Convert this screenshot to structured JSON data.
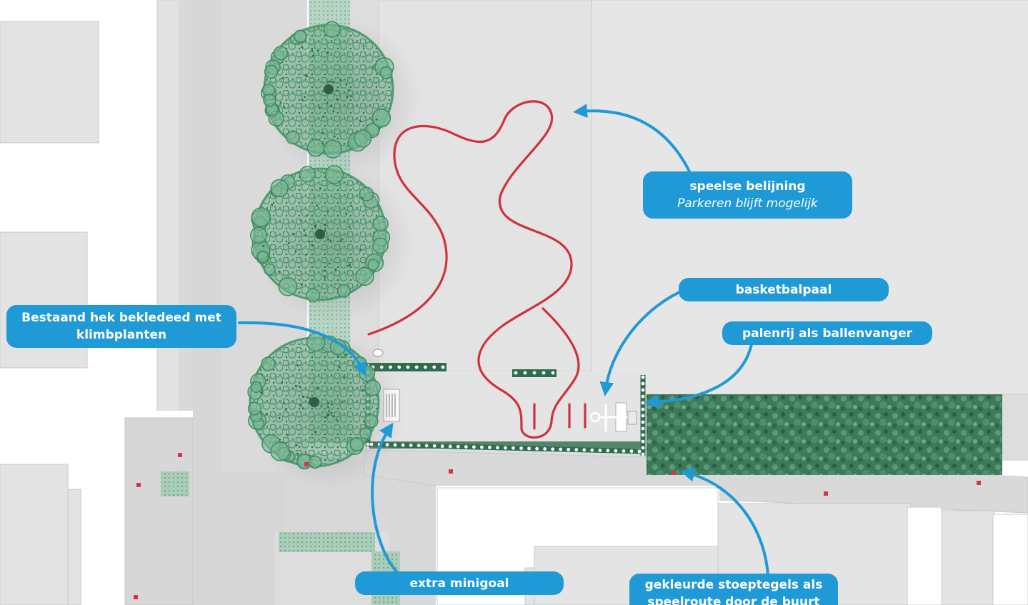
{
  "labels": {
    "speelse_belijning": {
      "title": "speelse belijning",
      "subtitle": "Parkeren blijft mogelijk"
    },
    "basketbalpaal": "basketbalpaal",
    "palenrij": "palenrij als ballenvanger",
    "bestaand_hek": {
      "line1": "Bestaand hek bekledeed met",
      "line2": "klimbplanten"
    },
    "extra_minigoal": "extra minigoal",
    "stoeptegels": {
      "line1": "gekleurde stoeptegels als",
      "line2": "speelroute door de buurt"
    }
  },
  "colors": {
    "callout_blue": "#1f9ad6",
    "play_line_red": "#d0313f",
    "tree_green": "#5fa17c",
    "hedge_green": "#2f6b4e",
    "pavement": "#dcdcdc",
    "building": "#e6e6e6",
    "colored_tile_red": "#d8334a"
  },
  "icons": {
    "tree": "tree-canopy-icon",
    "basketball_pole": "basketball-hoop-icon",
    "minigoal": "minigoal-icon",
    "post_row": "post-row-icon"
  }
}
